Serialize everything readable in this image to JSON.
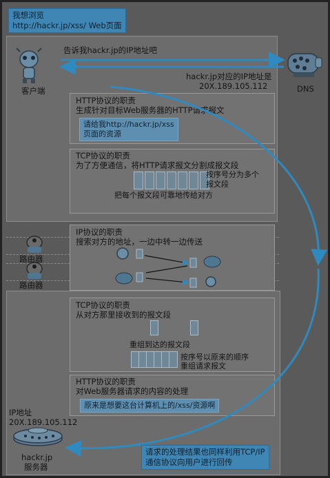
{
  "client": {
    "bubble_lines": [
      "我想浏览",
      "http://hackr.jp/xss/ Web页面"
    ],
    "label": "客户端",
    "request_text": "告诉我hackr.jp的IP地址吧"
  },
  "dns": {
    "label": "DNS",
    "reply_lines": [
      "hackr.jp对应的IP地址是",
      "20X.189.105.112"
    ]
  },
  "http_send": {
    "title": "HTTP协议的职责",
    "desc": "生成针对目标Web服务器的HTTP请求报文",
    "bubble_lines": [
      "请给我http://hackr.jp/xss",
      "页面的资源"
    ]
  },
  "tcp_send": {
    "title": "TCP协议的职责",
    "desc": "为了方便通信，将HTTP请求报文分割成报文段",
    "seq_note_lines": [
      "按序号分为多个",
      "报文段"
    ],
    "reliable_note": "把每个报文段可靠地传给对方"
  },
  "ip": {
    "title": "IP协议的职责",
    "desc": "搜索对方的地址，一边中转一边传送"
  },
  "routers": [
    "路由器",
    "路由器"
  ],
  "tcp_recv": {
    "title": "TCP协议的职责",
    "desc": "从对方那里接收到的报文段",
    "reassemble_note": "重组到达的报文段",
    "order_note_lines": [
      "按序号以原来的顺序",
      "重组请求报文"
    ]
  },
  "http_recv": {
    "title": "HTTP协议的职责",
    "desc": "对Web服务器请求的内容的处理",
    "bubble": "原来是想要这台计算机上的/xss/资源啊"
  },
  "server": {
    "ip_label_lines": [
      "IP地址",
      "20X.189.105.112"
    ],
    "label_lines": [
      "hackr.jp",
      "服务器"
    ]
  },
  "result_note_lines": [
    "请求的处理结果也同样利用TCP/IP",
    "通信协议向用户进行回传"
  ],
  "colors": {
    "background": "#222222",
    "panel": "#6c6c6c",
    "arrow_blue": "#2f8ac0",
    "bubble_blue": "#3f86b4"
  },
  "icons": [
    "robot-client-icon",
    "dns-server-icon",
    "router-icon",
    "server-icon",
    "turtle-icon"
  ]
}
